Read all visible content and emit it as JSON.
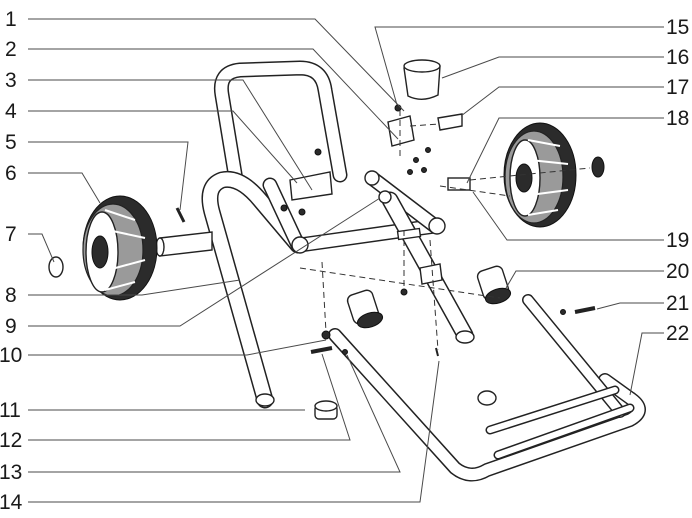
{
  "diagram": {
    "callouts_left": [
      "1",
      "2",
      "3",
      "4",
      "5",
      "6",
      "7",
      "8",
      "9",
      "10",
      "11",
      "12",
      "13",
      "14"
    ],
    "callouts_right": [
      "15",
      "16",
      "17",
      "18",
      "19",
      "20",
      "21",
      "22"
    ]
  }
}
